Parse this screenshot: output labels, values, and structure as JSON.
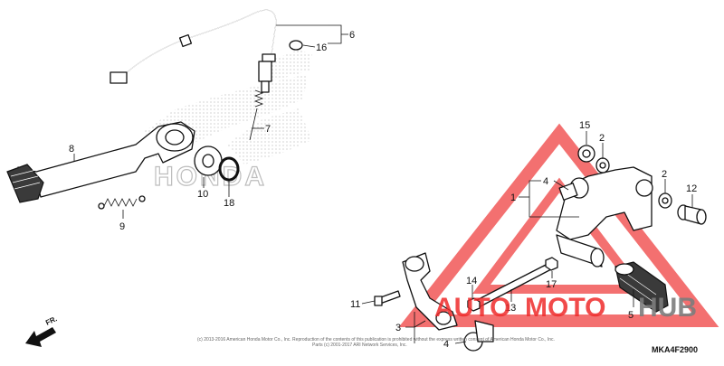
{
  "callouts": {
    "c1": "1",
    "c2a": "2",
    "c2b": "2",
    "c3": "3",
    "c4a": "4",
    "c4b": "4",
    "c5": "5",
    "c6": "6",
    "c7": "7",
    "c8": "8",
    "c9": "9",
    "c10": "10",
    "c11": "11",
    "c12": "12",
    "c13": "13",
    "c14": "14",
    "c15": "15",
    "c16": "16",
    "c17": "17",
    "c18": "18"
  },
  "watermark": {
    "part1": "AUTO",
    "part2": "MOTO",
    "part3": "HUB"
  },
  "logo_text": "HONDA",
  "direction_label": "FR.",
  "diagram_code": "MKA4F2900",
  "copyright_line1": "(c) 2013-2016 American Honda Motor Co., Inc. Reproduction of the contents of this publication is prohibited without the express written consent of American Honda Motor Co., Inc.",
  "copyright_line2": "Parts (c) 2001-2017 ARI Network Services, Inc."
}
